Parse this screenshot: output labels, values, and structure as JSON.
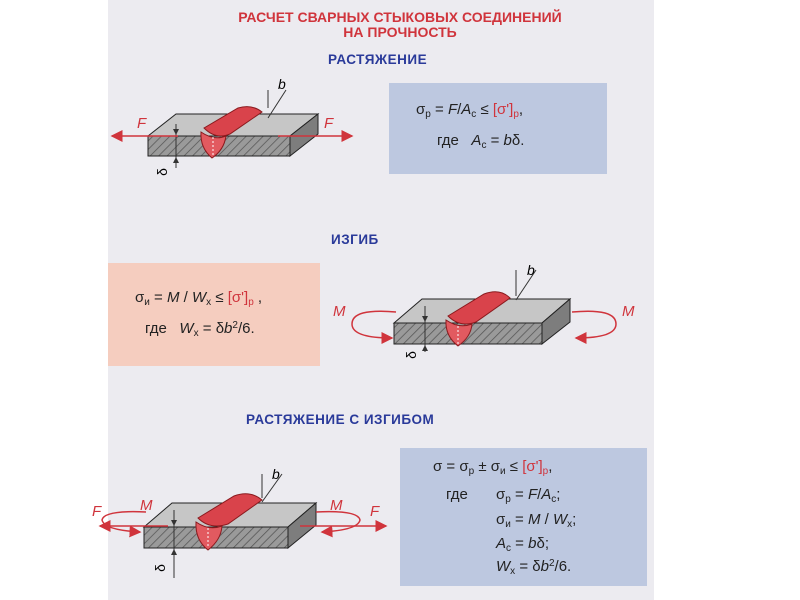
{
  "title": {
    "line1": "РАСЧЕТ СВАРНЫХ СТЫКОВЫХ СОЕДИНЕНИЙ",
    "line2": "НА ПРОЧНОСТЬ"
  },
  "sections": {
    "tension": {
      "heading": "РАСТЯЖЕНИЕ",
      "formula": {
        "sigma": "σ",
        "sub_p": "р",
        "eq": " = ",
        "F": "F",
        "slash": "/",
        "A": "A",
        "sub_c": "с",
        "le": " ≤ ",
        "allow": "[σ']",
        "allow_sub": "р",
        "comma": ",",
        "where": "где",
        "A2": "A",
        "sub_c2": "с",
        "eq2": " = ",
        "b": "b",
        "delta": "δ",
        "dot": "."
      },
      "labels": {
        "force_left": "F",
        "force_right": "F",
        "width": "b",
        "thickness": "δ"
      }
    },
    "bending": {
      "heading": "ИЗГИБ",
      "formula": {
        "sigma": "σ",
        "sub_i": "и",
        "eq": " = ",
        "M": "M",
        "slash": " / ",
        "W": "W",
        "sub_x": "x",
        "le": " ≤ ",
        "allow": "[σ']",
        "allow_sub": "р",
        "comma": " ,",
        "where": "где",
        "W2": "W",
        "sub_x2": "x",
        "eq2": " = δ",
        "b": "b",
        "sup2": "2",
        "tail": "/6."
      },
      "labels": {
        "moment_left": "M",
        "moment_right": "M",
        "width": "b",
        "thickness": "δ"
      }
    },
    "combined": {
      "heading": "РАСТЯЖЕНИЕ С ИЗГИБОМ",
      "formula": {
        "l1": {
          "sigma": "σ",
          "eq": " = σ",
          "sub_p": "р",
          "pm": " ± σ",
          "sub_i": "и",
          "le": " ≤ ",
          "allow": "[σ']",
          "allow_sub": "р",
          "comma": ","
        },
        "where": "где",
        "l2": {
          "sigma": "σ",
          "sub_p": "р",
          "eq": " = ",
          "F": "F",
          "slash": "/",
          "A": "A",
          "sub_c": "с",
          "end": ";"
        },
        "l3": {
          "sigma": "σ",
          "sub_i": "и",
          "eq": " = ",
          "M": "M",
          "slash": " / ",
          "W": "W",
          "sub_x": "x",
          "end": ";"
        },
        "l4": {
          "A": "A",
          "sub_c": "с",
          "eq": " = ",
          "b": "b",
          "delta": "δ",
          "end": ";"
        },
        "l5": {
          "W": "W",
          "sub_x": "x",
          "eq": " = δ",
          "b": "b",
          "sup2": "2",
          "tail": "/6."
        }
      },
      "labels": {
        "force_left": "F",
        "force_right": "F",
        "moment_left": "M",
        "moment_right": "M",
        "width": "b",
        "thickness": "δ"
      }
    }
  },
  "colors": {
    "background": "#ecebf0",
    "title": "#d0343c",
    "heading": "#2a3a9a",
    "box_blue": "#bdc8e0",
    "box_pink": "#f5cdbf",
    "weld": "#d9434b",
    "arrow": "#d0343c"
  }
}
